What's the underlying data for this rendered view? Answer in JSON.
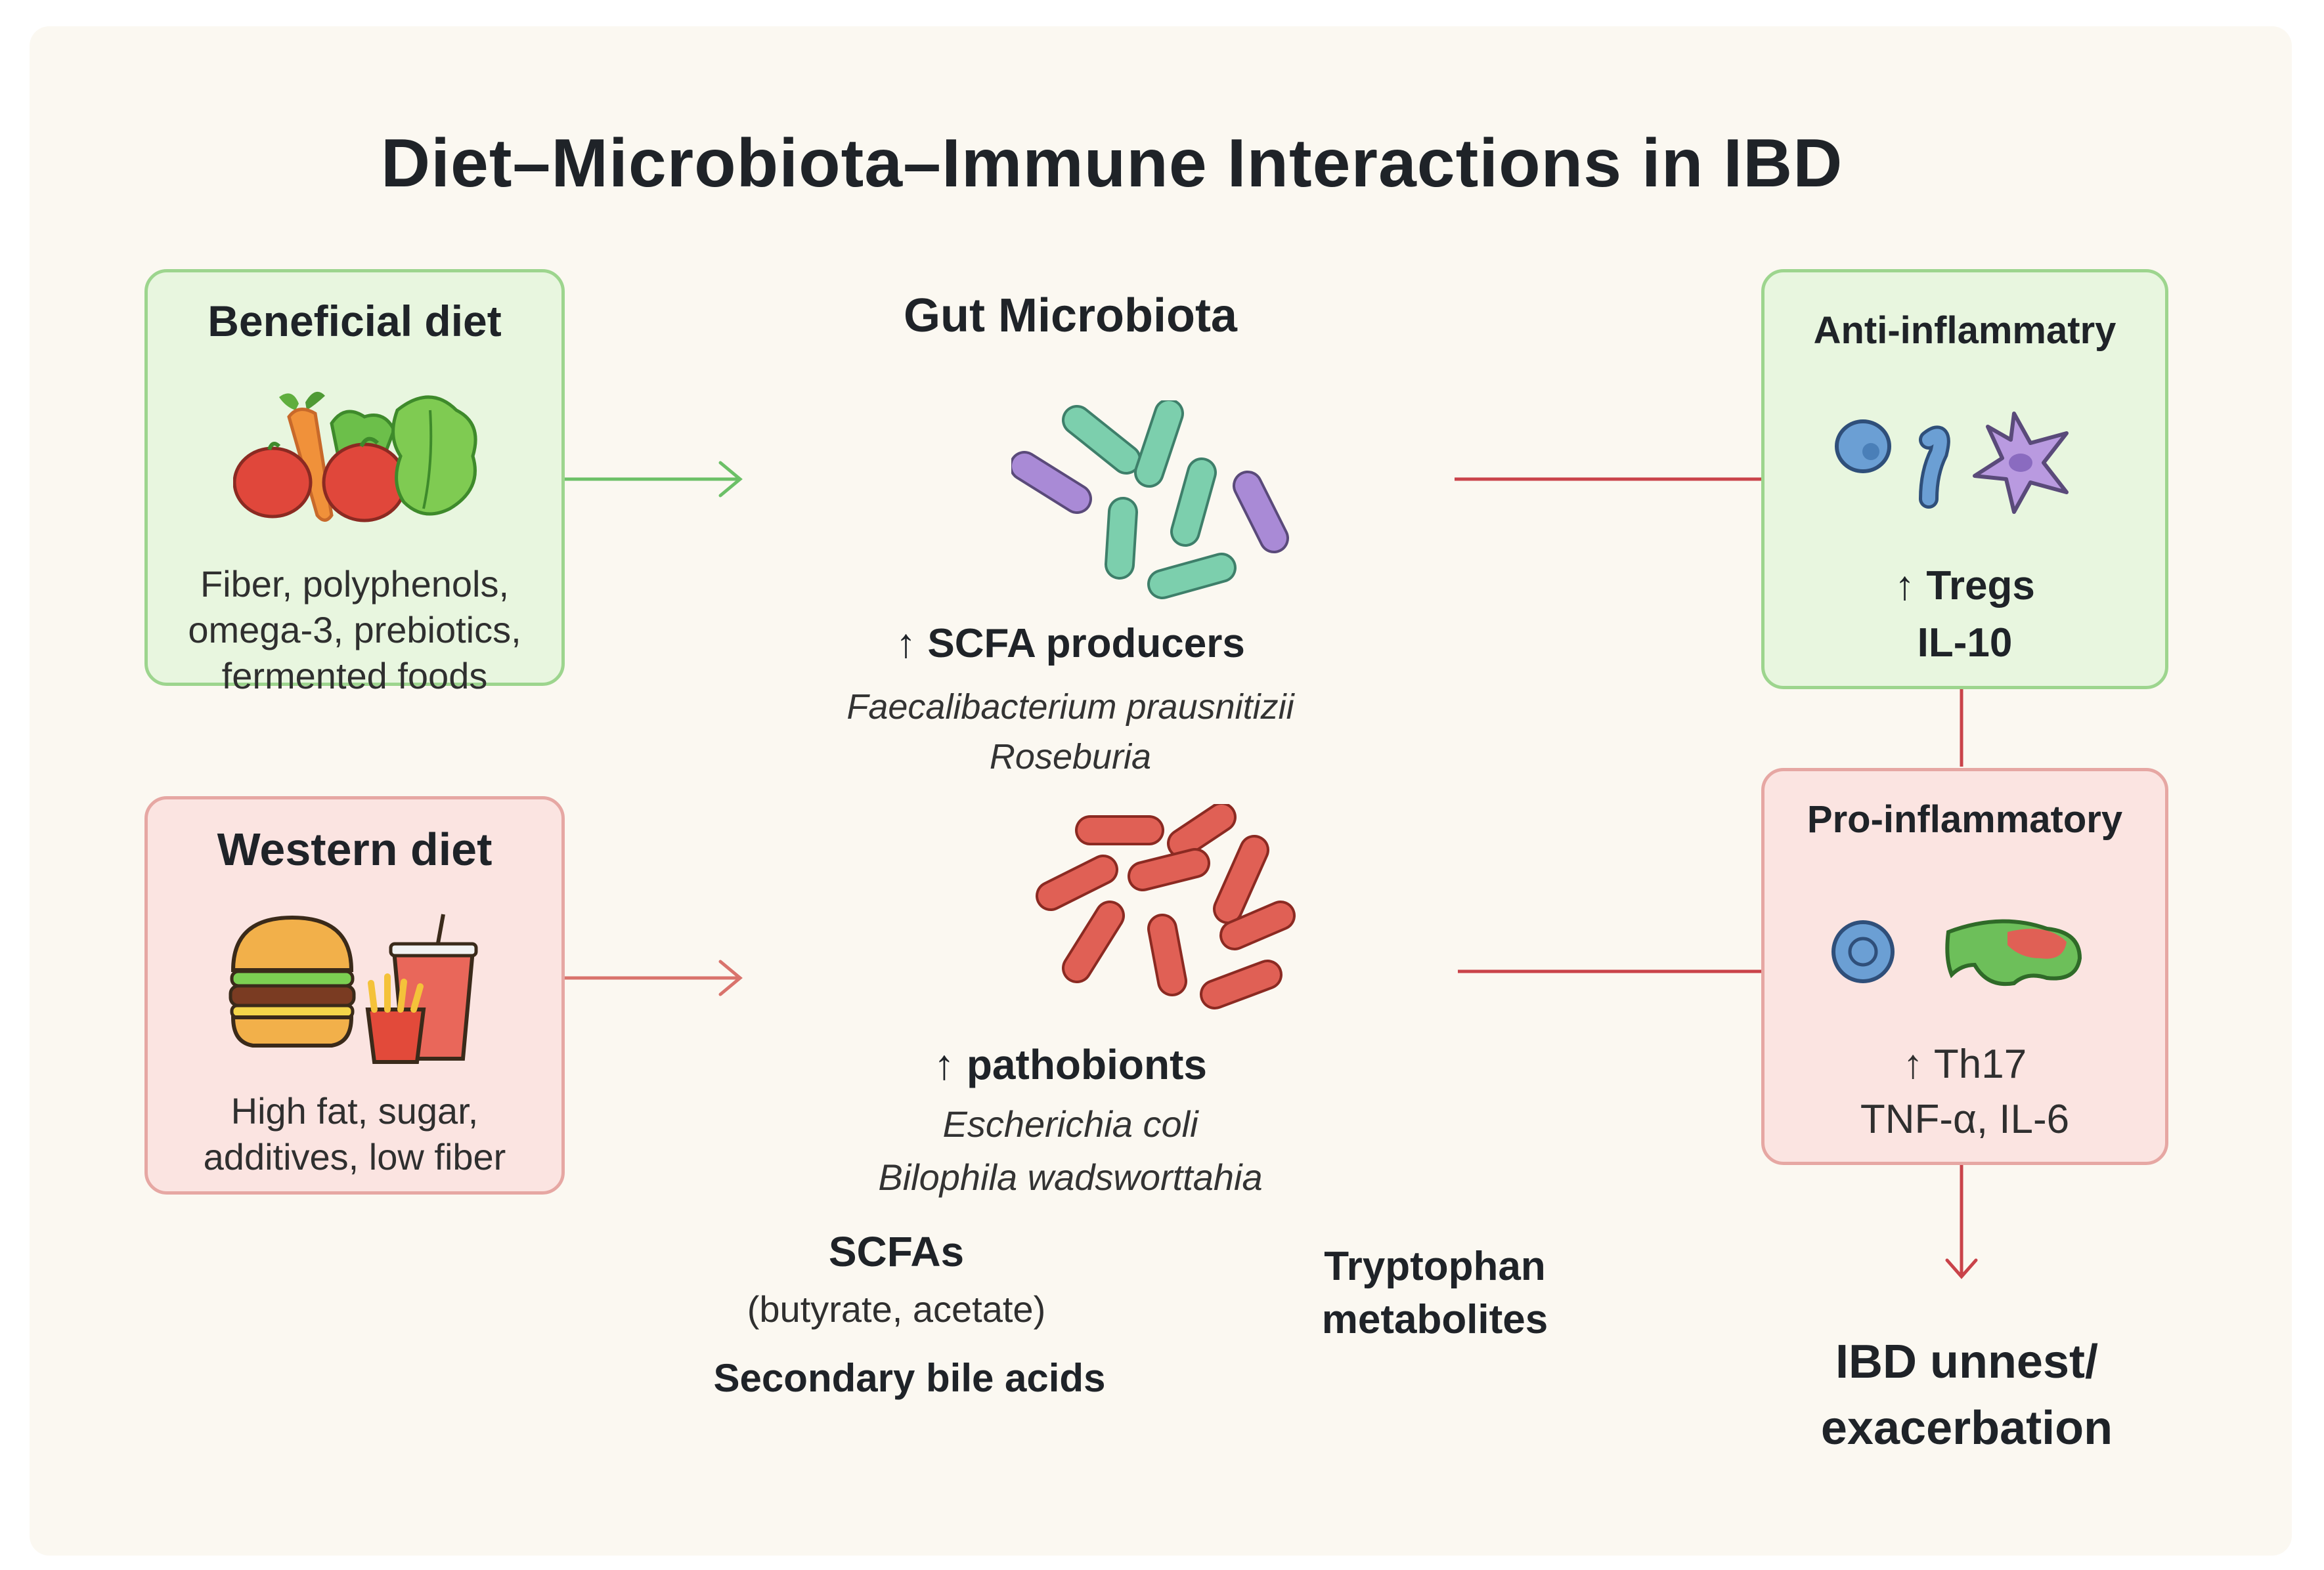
{
  "title": "Diet–Microbiota–Immune Interactions in IBD",
  "beneficial": {
    "title": "Beneficial diet",
    "lines": [
      "Fiber, polyphenols,",
      "omega-3, prebiotics,",
      "fermented foods"
    ]
  },
  "western": {
    "title": "Western diet",
    "lines": [
      "High fat, sugar,",
      "additives, low fiber"
    ]
  },
  "microbiota": {
    "title": "Gut Microbiota",
    "scfa_label": "↑ SCFA producers",
    "scfa_species": [
      "Faecalibacterium prausnitizii",
      "Roseburia"
    ],
    "patho_label": "↑ pathobionts",
    "patho_species": [
      "Escherichia coli",
      "Bilophila wadsworttahia"
    ]
  },
  "anti": {
    "title": "Anti-inflammatry",
    "lines": [
      "↑ Tregs",
      "IL-10"
    ]
  },
  "pro": {
    "title": "Pro-inflammatory",
    "lines": [
      "↑ Th17",
      "TNF-α, IL-6"
    ]
  },
  "metabolites": {
    "scfas_title": "SCFAs",
    "scfas_sub": "(butyrate, acetate)",
    "bile": "Secondary bile acids",
    "tryptophan": [
      "Tryptophan",
      "metabolites"
    ]
  },
  "outcome": [
    "IBD unnest/",
    "exacerbation"
  ],
  "colors": {
    "green_arrow": "#6cc067",
    "red_arrow": "#d9736c",
    "connector": "#c9434a",
    "good_bacteria": "#7ccfad",
    "purple_bacteria": "#a98ad6",
    "bad_bacteria": "#e06055"
  }
}
